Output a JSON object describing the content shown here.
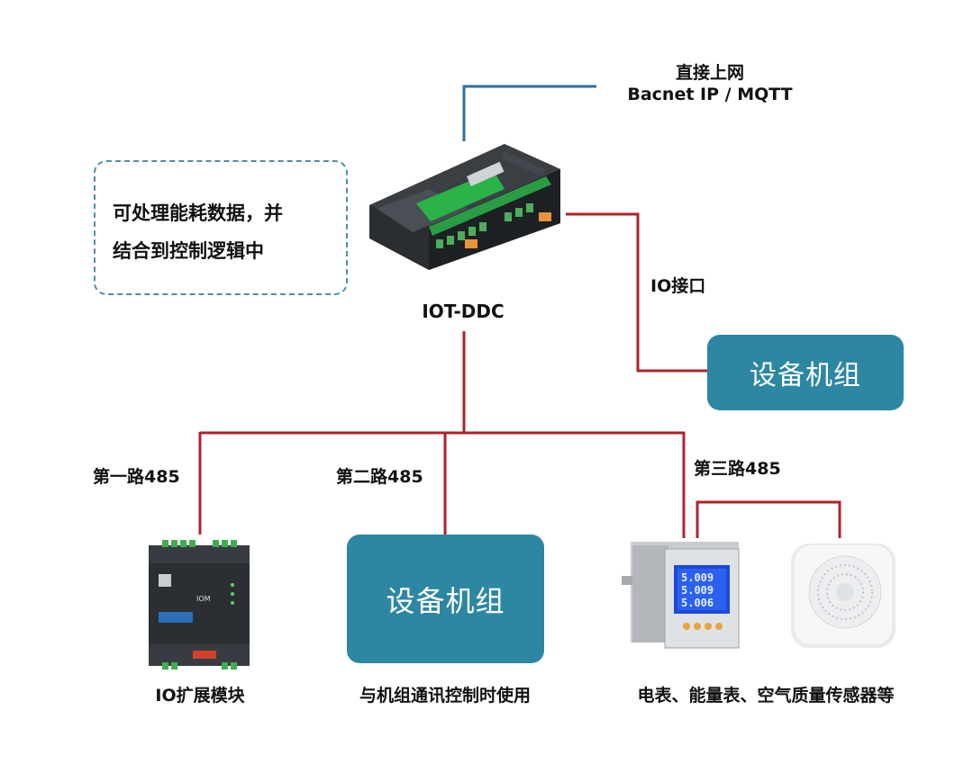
{
  "top_link": {
    "line1": "直接上网",
    "line2": "Bacnet IP / MQTT"
  },
  "note": {
    "line1": "可处理能耗数据，并",
    "line2": "结合到控制逻辑中"
  },
  "controller": {
    "label": "IOT-DDC"
  },
  "io_interface": {
    "label": "IO接口"
  },
  "unit_right": {
    "label": "设备机组"
  },
  "bus": {
    "route1": "第一路485",
    "route2": "第二路485",
    "route3": "第三路485"
  },
  "io_module": {
    "caption": "IO扩展模块",
    "device_text": "IOM"
  },
  "unit_center": {
    "label": "设备机组",
    "caption": "与机组通讯控制时使用"
  },
  "meters": {
    "caption": "电表、能量表、空气质量传感器等",
    "readings": [
      "5.009",
      "5.009",
      "5.006"
    ]
  },
  "colors": {
    "red_line": "#b0222a",
    "blue_line": "#2f6fa0",
    "unit_fill": "#2d87a3",
    "note_border": "#4f8ea3"
  }
}
